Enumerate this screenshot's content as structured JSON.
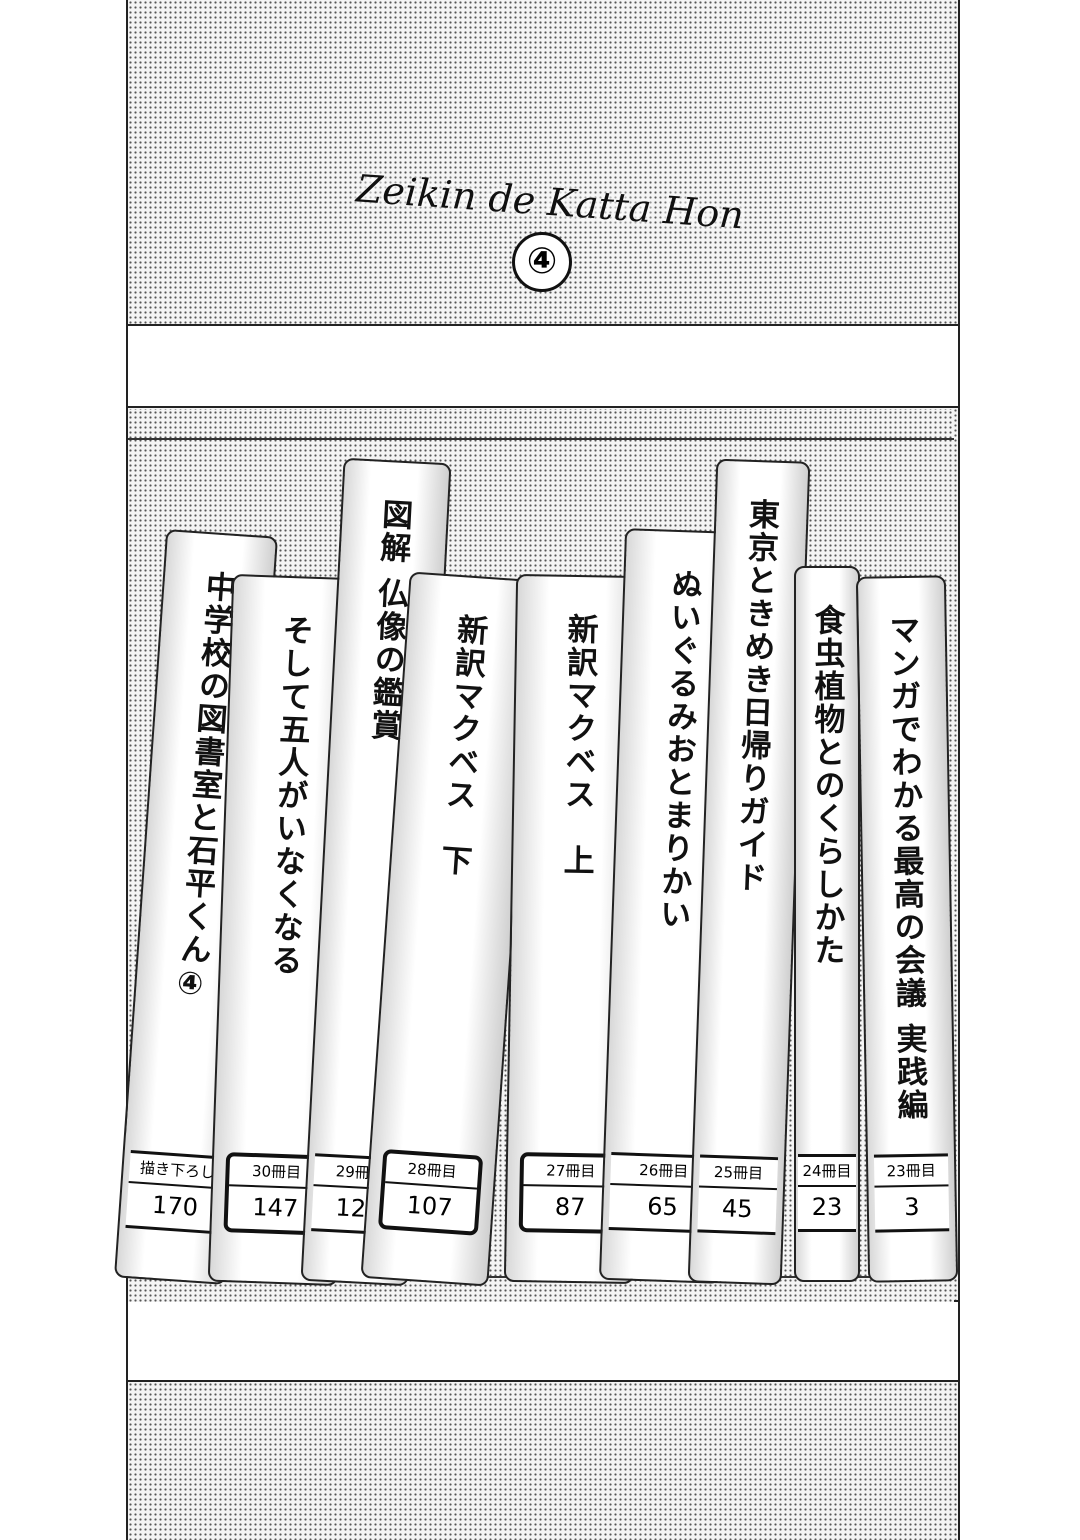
{
  "header": {
    "title": "Zeikin de Katta Hon",
    "volume": "④"
  },
  "books": [
    {
      "title": "中学校の図書室と石平くん④",
      "label": "描き下ろし",
      "page": "170"
    },
    {
      "title": "そして五人がいなくなる",
      "label": "30冊目",
      "page": "147"
    },
    {
      "title": "図解 仏像の鑑賞",
      "label": "29冊目",
      "page": "127"
    },
    {
      "title": "新訳マクベス　下",
      "label": "28冊目",
      "page": "107"
    },
    {
      "title": "新訳マクベス　上",
      "label": "27冊目",
      "page": "87"
    },
    {
      "title": "ぬいぐるみおとまりかい",
      "label": "26冊目",
      "page": "65"
    },
    {
      "title": "東京ときめき日帰りガイド",
      "label": "25冊目",
      "page": "45"
    },
    {
      "title": "食虫植物とのくらしかた",
      "label": "24冊目",
      "page": "23"
    },
    {
      "title": "マンガでわかる最高の会議 実践編",
      "label": "23冊目",
      "page": "3"
    }
  ]
}
